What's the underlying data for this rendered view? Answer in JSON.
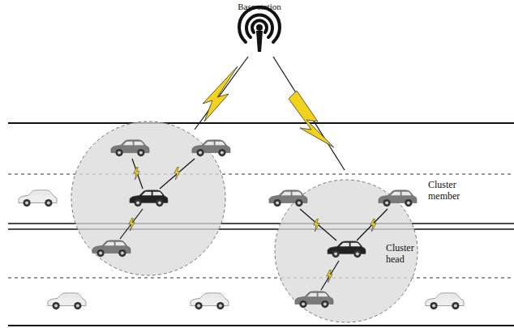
{
  "diagram": {
    "labels": [
      "Base station",
      "Cluster member",
      "Cluster head"
    ]
  }
}
